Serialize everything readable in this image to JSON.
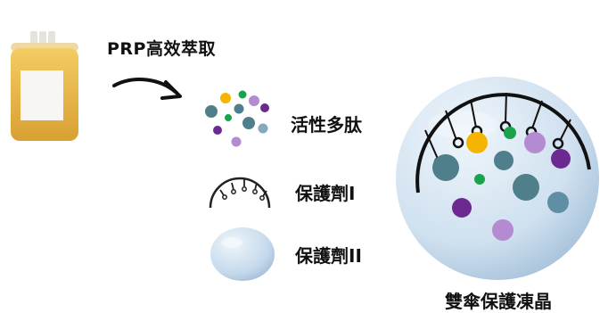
{
  "process_title": "PRP高效萃取",
  "legend": {
    "peptides_label": "活性多肽",
    "protectant1_label": "保護劑I",
    "protectant2_label": "保護劑II"
  },
  "product_label": "雙傘保護凍晶",
  "colors": {
    "blood_bag": "#e8b84a",
    "teal": "#4f7f8a",
    "gold": "#f4b400",
    "green": "#1aa34a",
    "purple": "#6c2a91",
    "lilac": "#b48ad0",
    "sphere": "#cfe0ef"
  }
}
